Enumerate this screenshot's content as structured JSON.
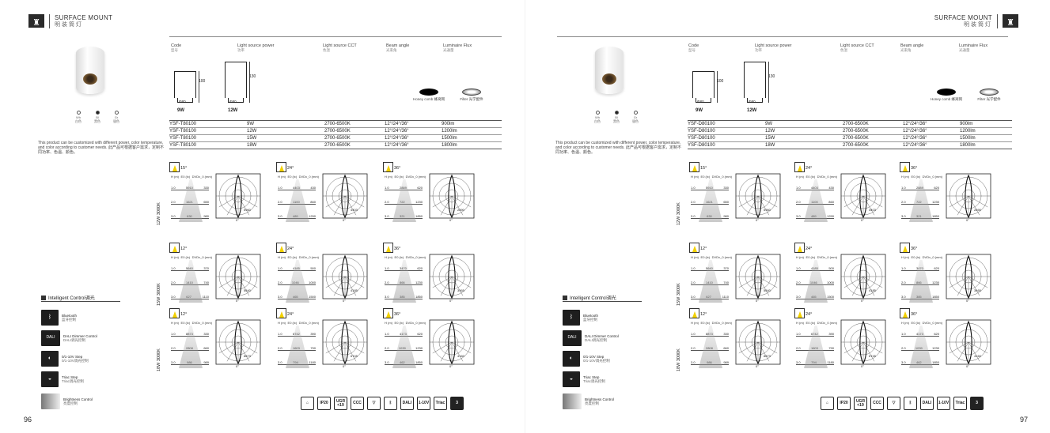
{
  "header": {
    "title_en": "SURFACE MOUNT",
    "title_cn": "明装筒灯"
  },
  "spec_headers": [
    {
      "en": "Code",
      "cn": "型号"
    },
    {
      "en": "Light source power",
      "cn": "功率"
    },
    {
      "en": "Light source CCT",
      "cn": "色温"
    },
    {
      "en": "Beam angle",
      "cn": "光束角"
    },
    {
      "en": "Luminaire Flux",
      "cn": "光通量"
    }
  ],
  "color_options": [
    {
      "en": "Wh",
      "cn": "白色",
      "filled": false
    },
    {
      "en": "Bl",
      "cn": "黑色",
      "filled": true
    },
    {
      "en": "Gr",
      "cn": "银色",
      "filled": false
    }
  ],
  "description": "This product can be customized with different power, color temperature, and color according to customer needs. 此产品可根据客户需求，定制不同功率、色温、颜色。",
  "dimensions": [
    {
      "watt": "9W",
      "height": "100",
      "width": "Φ80"
    },
    {
      "watt": "12W",
      "height": "130",
      "width": "Φ80"
    }
  ],
  "accessories": [
    {
      "label": "Honey comb 蜂窝网"
    },
    {
      "label": "Filter 光学配件"
    }
  ],
  "left": {
    "page_number": "96",
    "rows": [
      [
        "YSF-T80100",
        "9W",
        "2700-6500K",
        "12°/24°/36°",
        "900lm"
      ],
      [
        "YSF-T80100",
        "12W",
        "2700-6500K",
        "12°/24°/36°",
        "1200lm"
      ],
      [
        "YSF-T80100",
        "15W",
        "2700-6500K",
        "12°/24°/36°",
        "1500lm"
      ],
      [
        "YSF-T80100",
        "18W",
        "2700-6500K",
        "12°/24°/36°",
        "1800lm"
      ]
    ]
  },
  "right": {
    "page_number": "97",
    "rows": [
      [
        "YSF-D80100",
        "9W",
        "2700-6500K",
        "12°/24°/36°",
        "900lm"
      ],
      [
        "YSF-D80100",
        "12W",
        "2700-6500K",
        "12°/24°/36°",
        "1200lm"
      ],
      [
        "YSF-D80100",
        "15W",
        "2700-6500K",
        "12°/24°/36°",
        "1500lm"
      ],
      [
        "YSF-D80100",
        "18W",
        "2700-6500K",
        "12°/24°/36°",
        "1800lm"
      ]
    ]
  },
  "ies_head": [
    "H (m)",
    "E0 (lx)",
    "DVDv_0 (mm)"
  ],
  "ies_rows": [
    {
      "label": "12W 3000K",
      "cells": [
        {
          "angle": "15°",
          "data": [
            [
              "1.0",
              "5910",
              "330"
            ],
            [
              "2.0",
              "1621",
              "650"
            ],
            [
              "3.0",
              "630",
              "980"
            ]
          ],
          "center": "5960"
        },
        {
          "angle": "24°",
          "data": [
            [
              "1.0",
              "4403",
              "430"
            ],
            [
              "2.0",
              "1100",
              "860"
            ],
            [
              "3.0",
              "489",
              "1290"
            ]
          ],
          "center": "4403"
        },
        {
          "angle": "36°",
          "data": [
            [
              "1.0",
              "2889",
              "620"
            ],
            [
              "2.0",
              "722",
              "1230"
            ],
            [
              "3.0",
              "321",
              "1850"
            ]
          ],
          "center": "2890"
        }
      ]
    },
    {
      "label": "15W 3000K",
      "cells": [
        {
          "angle": "12°",
          "data": [
            [
              "1.0",
              "5640",
              "370"
            ],
            [
              "2.0",
              "1410",
              "740"
            ],
            [
              "3.0",
              "627",
              "1110"
            ]
          ],
          "center": "5640"
        },
        {
          "angle": "24°",
          "data": [
            [
              "1.0",
              "4185",
              "500"
            ],
            [
              "2.0",
              "1046",
              "1000"
            ],
            [
              "3.0",
              "465",
              "1500"
            ]
          ],
          "center": "4185"
        },
        {
          "angle": "36°",
          "data": [
            [
              "1.0",
              "3470",
              "620"
            ],
            [
              "2.0",
              "866",
              "1230"
            ],
            [
              "3.0",
              "385",
              "1850"
            ]
          ],
          "center": "3465"
        }
      ]
    },
    {
      "label": "18W 3000K",
      "cells": [
        {
          "angle": "12°",
          "data": [
            [
              "1.0",
              "8873",
              "330"
            ],
            [
              "2.0",
              "2808",
              "660"
            ],
            [
              "3.0",
              "986",
              "989"
            ]
          ],
          "center": "8873"
        },
        {
          "angle": "24°",
          "data": [
            [
              "1.0",
              "6742",
              "390"
            ],
            [
              "2.0",
              "1603",
              "790"
            ],
            [
              "3.0",
              "794",
              "1180"
            ]
          ],
          "center": "6745"
        },
        {
          "angle": "36°",
          "data": [
            [
              "1.0",
              "4173",
              "620"
            ],
            [
              "2.0",
              "1039",
              "1230"
            ],
            [
              "3.0",
              "462",
              "1850"
            ]
          ],
          "center": "4160"
        }
      ]
    }
  ],
  "intelligent_control": {
    "title": "Intelligent Control调光",
    "items": [
      {
        "icon": "bluetooth-icon",
        "box": "ᛒ",
        "en": "Bluetooth",
        "cn": "蓝牙控制"
      },
      {
        "icon": "dali-icon",
        "box": "DALI",
        "en": "DALI Dimmer Control",
        "cn": "DALI调光控制"
      },
      {
        "icon": "dimmer-0-10v-icon",
        "box": "◐",
        "en": "0/1-10V Step",
        "cn": "0/1-10V调光控制"
      },
      {
        "icon": "triac-icon",
        "box": "◒",
        "en": "Triac Step",
        "cn": "Triac调光控制"
      },
      {
        "icon": "brightness-icon",
        "box": "",
        "en": "Brightness Control",
        "cn": "亮度控制"
      }
    ]
  },
  "certifications": [
    {
      "icon": "house-icon",
      "text": "⌂"
    },
    {
      "icon": "ip20-icon",
      "text": "IP20"
    },
    {
      "icon": "ugr-icon",
      "text": "UGR <19"
    },
    {
      "icon": "ccc-icon",
      "text": "CCC"
    },
    {
      "icon": "triangle-icon",
      "text": "▽"
    },
    {
      "icon": "bluetooth-cert-icon",
      "text": "ᛒ"
    },
    {
      "icon": "dali-cert-icon",
      "text": "DALI"
    },
    {
      "icon": "dim-cert-icon",
      "text": "1-10V"
    },
    {
      "icon": "triac-cert-icon",
      "text": "Triac"
    },
    {
      "icon": "warranty-icon",
      "text": "3"
    }
  ]
}
